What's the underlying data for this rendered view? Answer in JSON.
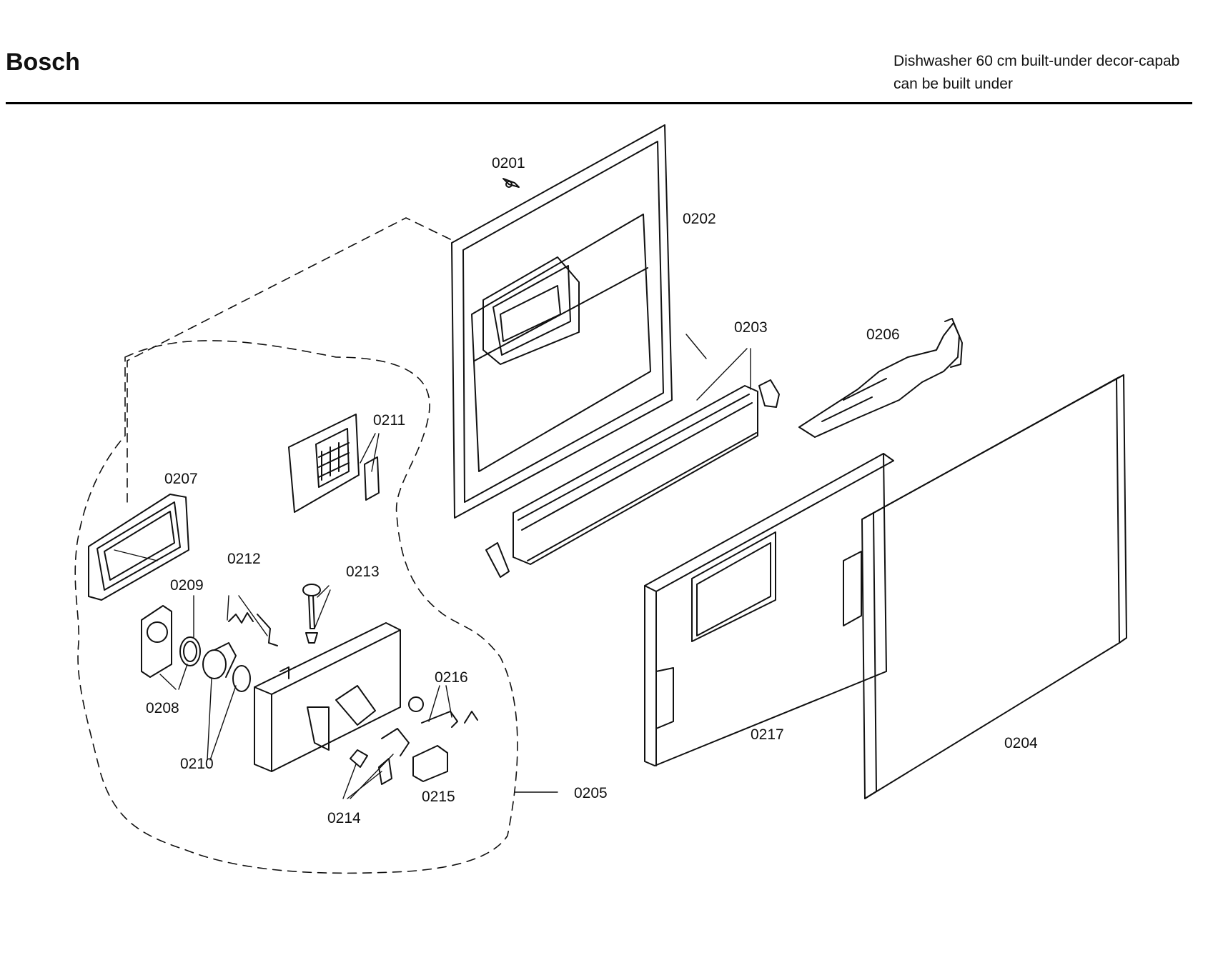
{
  "header": {
    "brand": "Bosch",
    "description_line1": "Dishwasher 60 cm built-under decor-capab",
    "description_line2": "can be built under"
  },
  "parts": [
    {
      "id": "p0201",
      "label": "0201"
    },
    {
      "id": "p0202",
      "label": "0202"
    },
    {
      "id": "p0203",
      "label": "0203"
    },
    {
      "id": "p0204",
      "label": "0204"
    },
    {
      "id": "p0205",
      "label": "0205"
    },
    {
      "id": "p0206",
      "label": "0206"
    },
    {
      "id": "p0207",
      "label": "0207"
    },
    {
      "id": "p0208",
      "label": "0208"
    },
    {
      "id": "p0209",
      "label": "0209"
    },
    {
      "id": "p0210",
      "label": "0210"
    },
    {
      "id": "p0211",
      "label": "0211"
    },
    {
      "id": "p0212",
      "label": "0212"
    },
    {
      "id": "p0213",
      "label": "0213"
    },
    {
      "id": "p0214",
      "label": "0214"
    },
    {
      "id": "p0215",
      "label": "0215"
    },
    {
      "id": "p0216",
      "label": "0216"
    },
    {
      "id": "p0217",
      "label": "0217"
    }
  ],
  "colors": {
    "line": "#111111",
    "background": "#ffffff"
  }
}
